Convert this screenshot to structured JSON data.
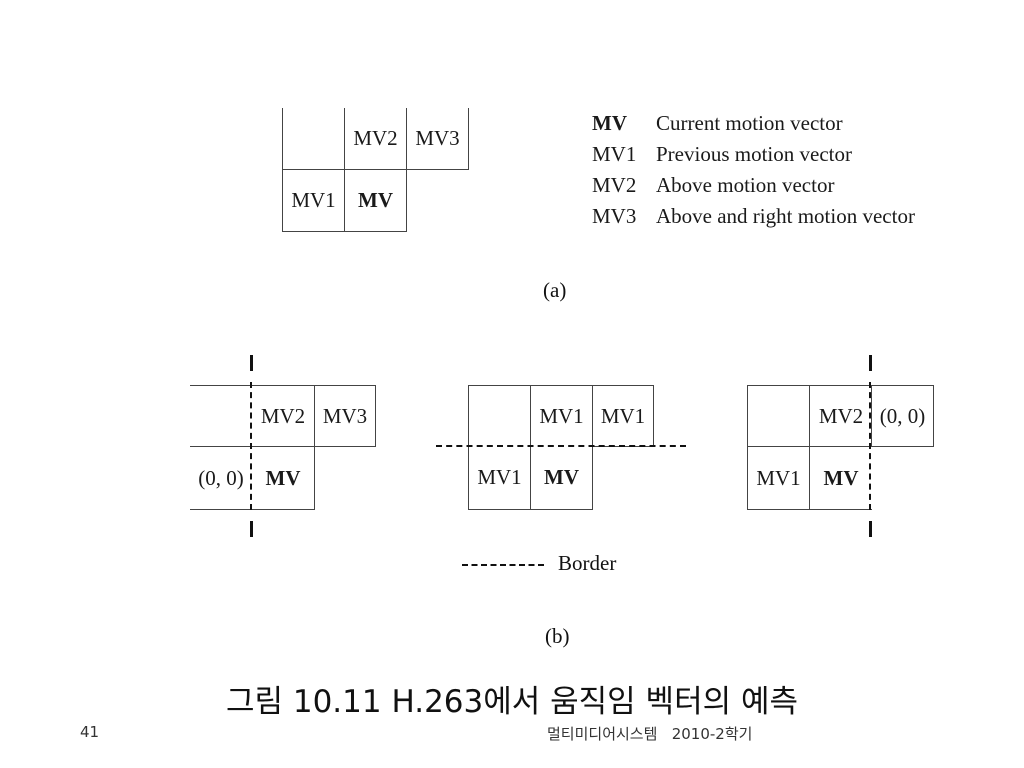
{
  "diagram_a": {
    "grid": {
      "cell_empty": "",
      "mv2": "MV2",
      "mv3": "MV3",
      "mv1": "MV1",
      "mv": "MV"
    },
    "legend": [
      {
        "key": "MV",
        "desc": "Current motion vector"
      },
      {
        "key": "MV1",
        "desc": "Previous motion vector"
      },
      {
        "key": "MV2",
        "desc": "Above motion vector"
      },
      {
        "key": "MV3",
        "desc": "Above and right motion vector"
      }
    ],
    "caption": "(a)"
  },
  "diagram_b": {
    "left": {
      "top_mid": "MV2",
      "top_right": "MV3",
      "bottom_left": "(0, 0)",
      "bottom_mid": "MV"
    },
    "middle": {
      "top_mid": "MV1",
      "top_right": "MV1",
      "bottom_left": "MV1",
      "bottom_mid": "MV"
    },
    "right": {
      "top_mid": "MV2",
      "top_right": "(0, 0)",
      "bottom_left": "MV1",
      "bottom_mid": "MV"
    },
    "border_legend": "Border",
    "caption": "(b)"
  },
  "slide": {
    "title": "그림 10.11 H.263에서 움직임 벡터의 예측",
    "page_number": "41",
    "footer_text": "멀티미디어시스템   2010-2학기"
  }
}
